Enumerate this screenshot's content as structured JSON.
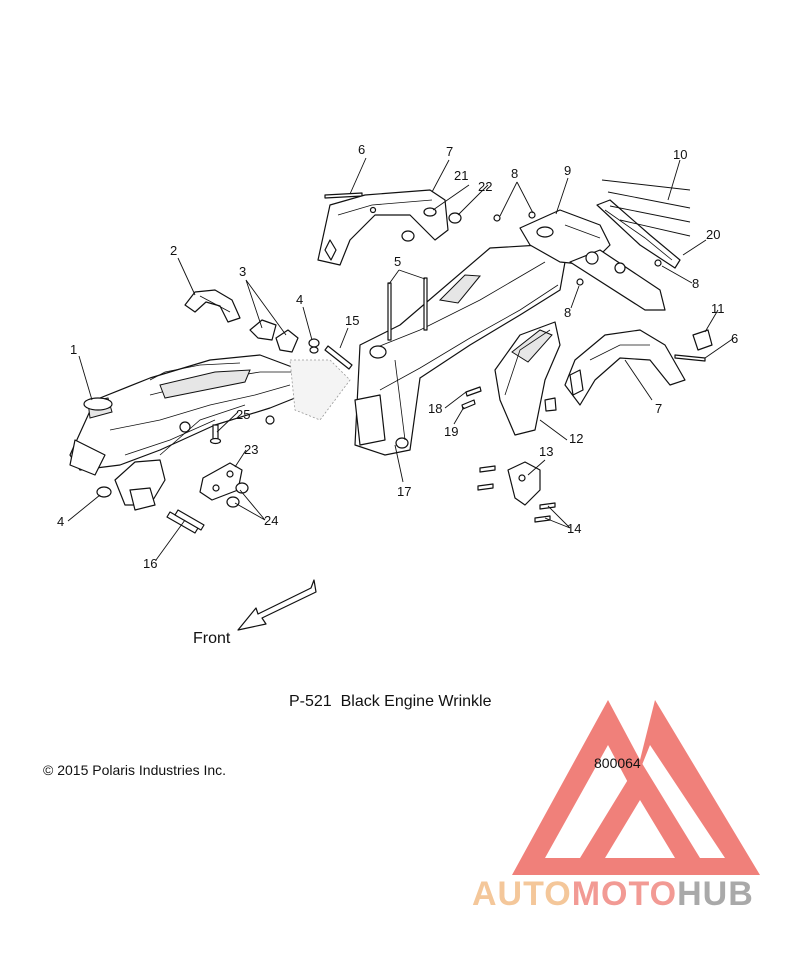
{
  "callouts": [
    "1",
    "2",
    "3",
    "4",
    "4",
    "5",
    "6",
    "6",
    "7",
    "7",
    "8",
    "8",
    "8",
    "9",
    "10",
    "11",
    "12",
    "13",
    "14",
    "15",
    "16",
    "17",
    "18",
    "19",
    "20",
    "21",
    "22",
    "23",
    "24",
    "25"
  ],
  "front_label": "Front",
  "part_caption": "P-521  Black Engine Wrinkle",
  "copyright": "© 2015 Polaris Industries Inc.",
  "diagram_number": "800064",
  "watermark": {
    "brand_parts": [
      "AUTO",
      "MOTO",
      "HUB"
    ],
    "colors": {
      "auto": "#f4c79a",
      "moto": "#f29a94",
      "hub": "#a9a9a9",
      "logo": "#ee6a63"
    }
  }
}
